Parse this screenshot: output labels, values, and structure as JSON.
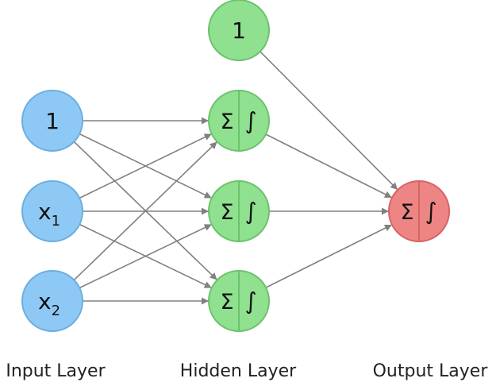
{
  "colors": {
    "input_fill": "#8ec9f5",
    "input_stroke": "#6aaee0",
    "hidden_fill": "#8fe08f",
    "hidden_stroke": "#6cc26c",
    "output_fill": "#ee8585",
    "output_stroke": "#d56464",
    "edge": "#808080"
  },
  "layers": {
    "input": {
      "label": "Input Layer",
      "nodes": [
        {
          "id": "in-bias",
          "text": "1"
        },
        {
          "id": "in-x1",
          "text": "x",
          "sub": "1"
        },
        {
          "id": "in-x2",
          "text": "x",
          "sub": "2"
        }
      ]
    },
    "hidden": {
      "label": "Hidden Layer",
      "bias": {
        "id": "hid-bias",
        "text": "1"
      },
      "nodes": [
        {
          "id": "hid-1",
          "sum": "Σ",
          "act": "∫"
        },
        {
          "id": "hid-2",
          "sum": "Σ",
          "act": "∫"
        },
        {
          "id": "hid-3",
          "sum": "Σ",
          "act": "∫"
        }
      ]
    },
    "output": {
      "label": "Output Layer",
      "nodes": [
        {
          "id": "out-1",
          "sum": "Σ",
          "act": "∫"
        }
      ]
    }
  }
}
